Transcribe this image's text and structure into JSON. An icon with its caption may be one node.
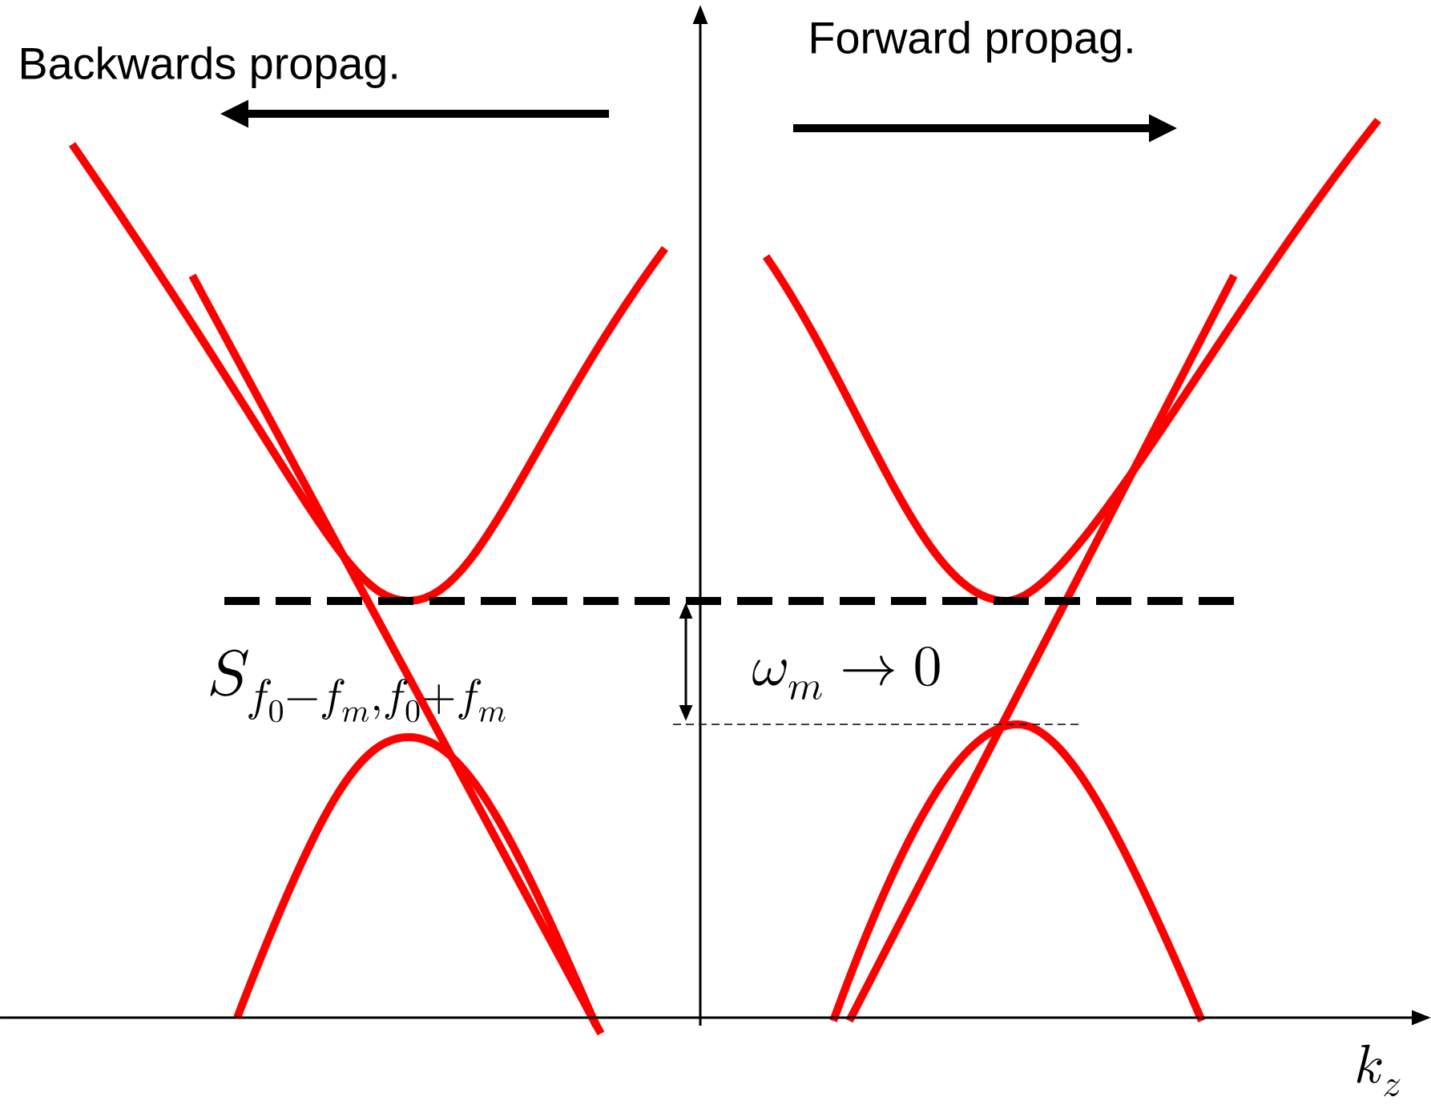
{
  "diagram": {
    "labels": [
      "Backwards propag.",
      "Forward propag.",
      "S_{f_0-f_m,f_0+f_m}",
      "\\omega_m \\to 0",
      "k_z"
    ]
  }
}
